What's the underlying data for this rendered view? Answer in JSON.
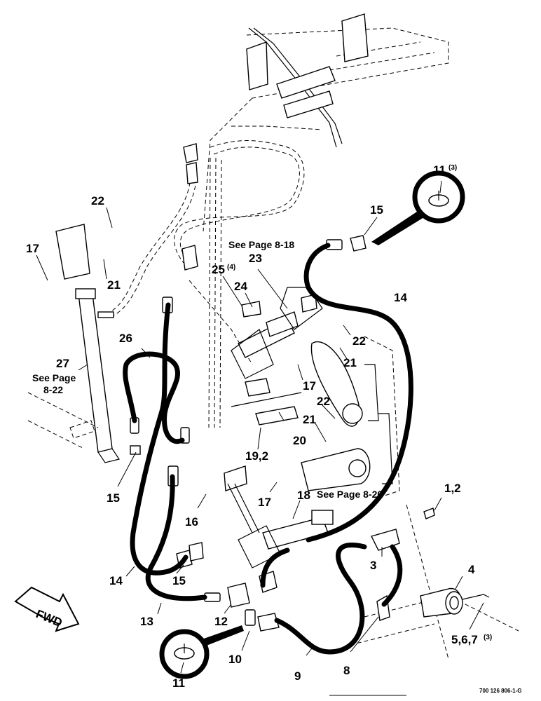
{
  "callouts": {
    "c11_top": "11",
    "c11_top_sub": "(3)",
    "c15_top": "15",
    "c22_left": "22",
    "c17_left": "17",
    "c21_left": "21",
    "c25": "25",
    "c25_sub": "(4)",
    "c23": "23",
    "c24": "24",
    "c14_right": "14",
    "c22_mid": "22",
    "c21_mid": "21",
    "c17_mid": "17",
    "c26": "26",
    "c27": "27",
    "c22_low": "22",
    "c21_low": "21",
    "c20": "20",
    "c19_2": "19,2",
    "c15_left": "15",
    "c17_low": "17",
    "c18": "18",
    "c16": "16",
    "c1_2": "1,2",
    "c3": "3",
    "c4": "4",
    "c14_left": "14",
    "c15_low": "15",
    "c13": "13",
    "c12": "12",
    "c10": "10",
    "c9": "9",
    "c8": "8",
    "c5_6_7": "5,6,7",
    "c5_6_7_sub": "(3)",
    "c11_bottom": "11"
  },
  "references": {
    "see_8_18": "See Page 8-18",
    "see_8_22_a": "See Page",
    "see_8_22_b": "8-22",
    "see_8_20": "See Page 8-20"
  },
  "direction_label": "FWD",
  "figure_code": "700 126 806-1-G"
}
